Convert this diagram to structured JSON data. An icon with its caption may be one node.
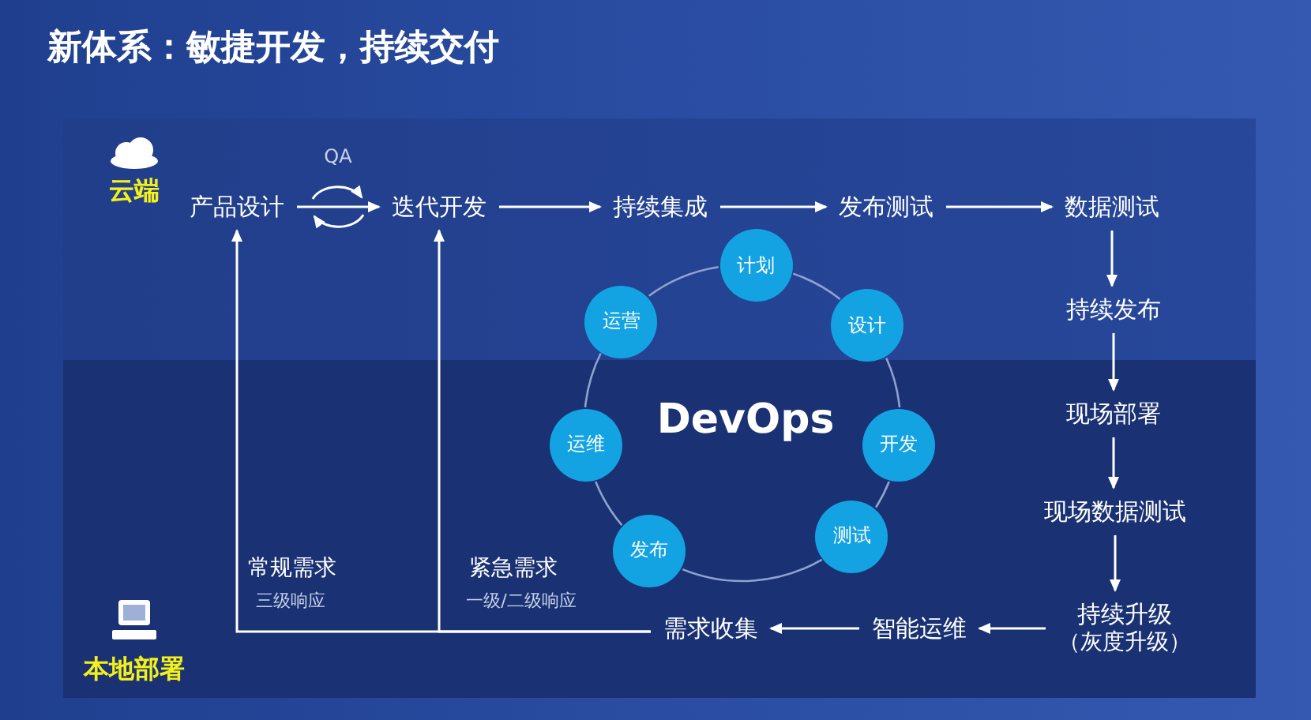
{
  "diagram": {
    "title": "新体系：敏捷开发，持续交付",
    "nodes": [
      {
        "text": [
          "产品设计"
        ]
      },
      {
        "text": [
          "迭代开发"
        ]
      },
      {
        "text": [
          "持续集成"
        ]
      },
      {
        "text": [
          "发布测试"
        ]
      },
      {
        "text": [
          "数据测试"
        ]
      },
      {
        "text": [
          "持续发布"
        ]
      },
      {
        "text": [
          "现场部署"
        ]
      },
      {
        "text": [
          "现场数据测试"
        ]
      },
      {
        "text": [
          "持续升级",
          "（灰度升级）"
        ]
      },
      {
        "text": [
          "智能运维"
        ]
      },
      {
        "text": [
          "需求收集"
        ]
      },
      {
        "text": [
          "计划"
        ]
      },
      {
        "text": [
          "设计"
        ]
      },
      {
        "text": [
          "开发"
        ]
      },
      {
        "text": [
          "测试"
        ]
      },
      {
        "text": [
          "发布"
        ]
      },
      {
        "text": [
          "运维"
        ]
      },
      {
        "text": [
          "运营"
        ]
      }
    ],
    "edges": [
      {
        "from": 0,
        "to": 1,
        "arrow": "to",
        "label": "QA"
      },
      {
        "from": 1,
        "to": 2,
        "arrow": "to"
      },
      {
        "from": 2,
        "to": 3,
        "arrow": "to"
      },
      {
        "from": 3,
        "to": 4,
        "arrow": "to"
      },
      {
        "from": 4,
        "to": 5,
        "arrow": "to"
      },
      {
        "from": 5,
        "to": 6,
        "arrow": "to"
      },
      {
        "from": 6,
        "to": 7,
        "arrow": "to"
      },
      {
        "from": 7,
        "to": 8,
        "arrow": "to"
      },
      {
        "from": 8,
        "to": 9,
        "arrow": "to"
      },
      {
        "from": 9,
        "to": 10,
        "arrow": "to"
      },
      {
        "from": 10,
        "to": 0,
        "arrow": "to"
      },
      {
        "from": 10,
        "to": 1,
        "arrow": "to"
      },
      {
        "from": 11,
        "to": 12,
        "arrow": "none",
        "color": "#8ea3cf"
      },
      {
        "from": 12,
        "to": 13,
        "arrow": "none",
        "color": "#8ea3cf"
      },
      {
        "from": 13,
        "to": 14,
        "arrow": "none",
        "color": "#8ea3cf"
      },
      {
        "from": 14,
        "to": 15,
        "arrow": "none",
        "color": "#8ea3cf"
      },
      {
        "from": 15,
        "to": 16,
        "arrow": "none",
        "color": "#8ea3cf"
      },
      {
        "from": 16,
        "to": 17,
        "arrow": "none",
        "color": "#8ea3cf"
      },
      {
        "from": 17,
        "to": 11,
        "arrow": "none",
        "color": "#8ea3cf"
      }
    ],
    "labels": [
      "云端",
      "DevOps",
      "常规需求",
      "三级响应",
      "紧急需求",
      "一级/二级响应",
      "本地部署"
    ]
  }
}
